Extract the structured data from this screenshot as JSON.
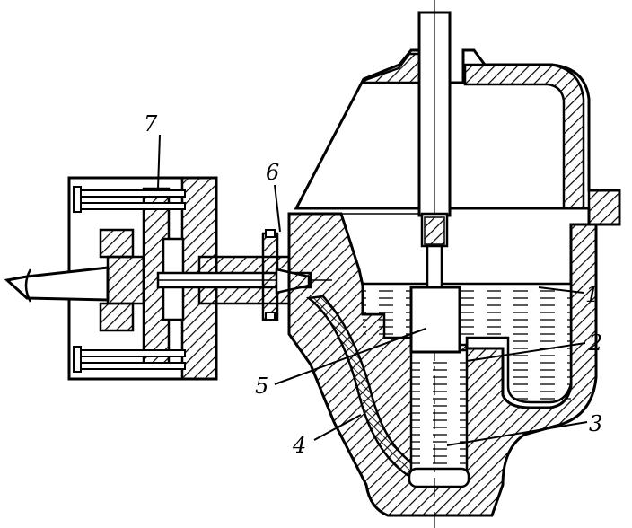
{
  "diagram": {
    "callouts": [
      {
        "id": "1",
        "label": "1"
      },
      {
        "id": "2",
        "label": "2"
      },
      {
        "id": "3",
        "label": "3"
      },
      {
        "id": "4",
        "label": "4"
      },
      {
        "id": "5",
        "label": "5"
      },
      {
        "id": "6",
        "label": "6"
      },
      {
        "id": "7",
        "label": "7"
      }
    ],
    "colors": {
      "ink": "#000000",
      "paper": "#ffffff"
    }
  }
}
